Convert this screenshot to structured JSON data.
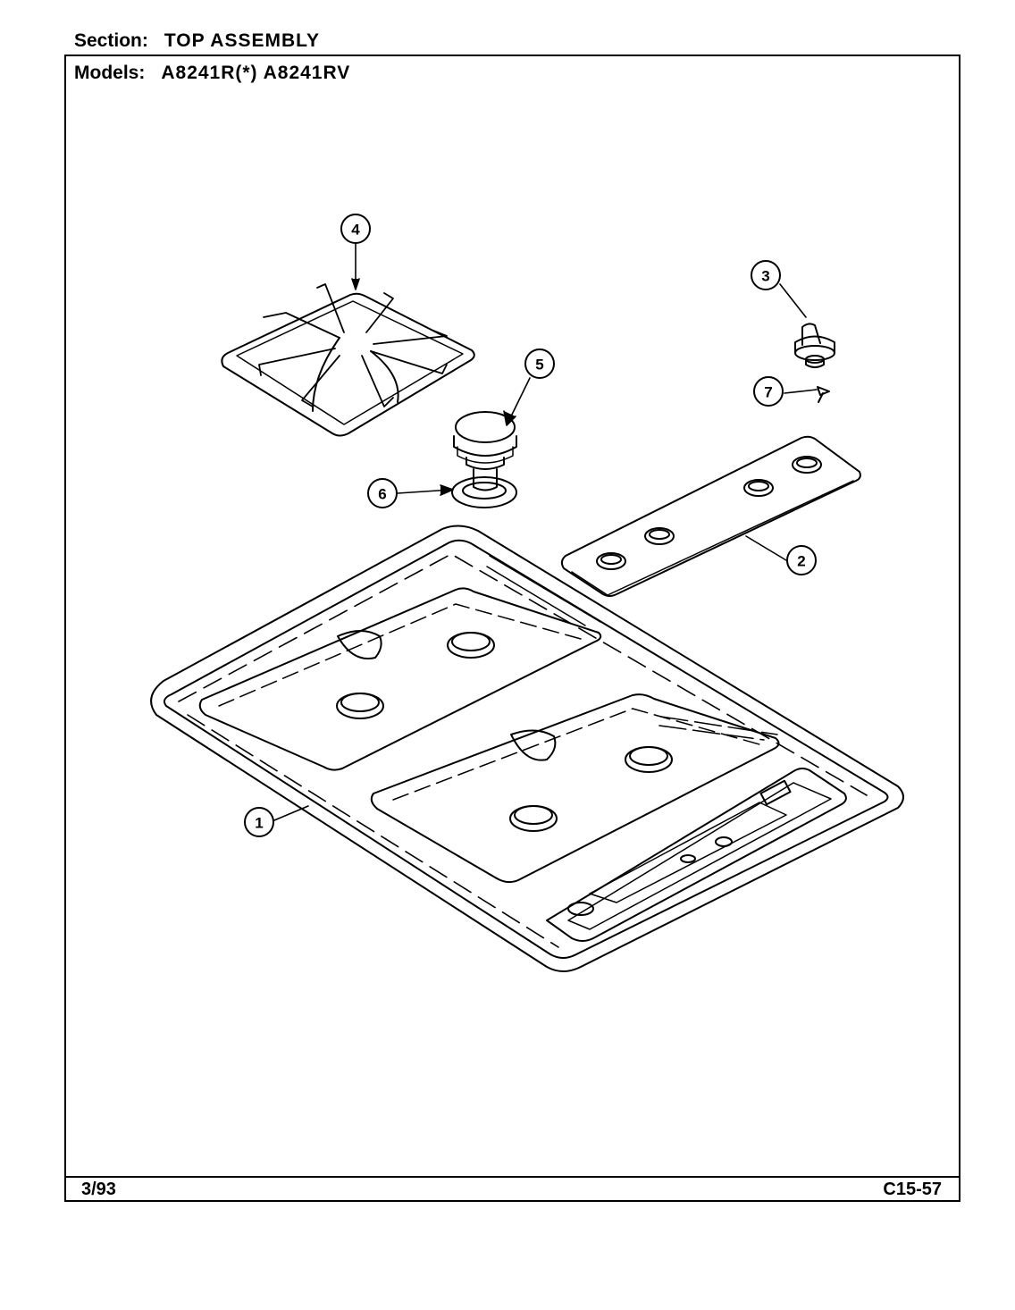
{
  "header": {
    "section_label": "Section:",
    "section_value": "TOP ASSEMBLY",
    "models_label": "Models:",
    "models_value": "A8241R(*) A8241RV"
  },
  "footer": {
    "date": "3/93",
    "code": "C15-57"
  },
  "callouts": [
    "1",
    "2",
    "3",
    "4",
    "5",
    "6",
    "7"
  ]
}
